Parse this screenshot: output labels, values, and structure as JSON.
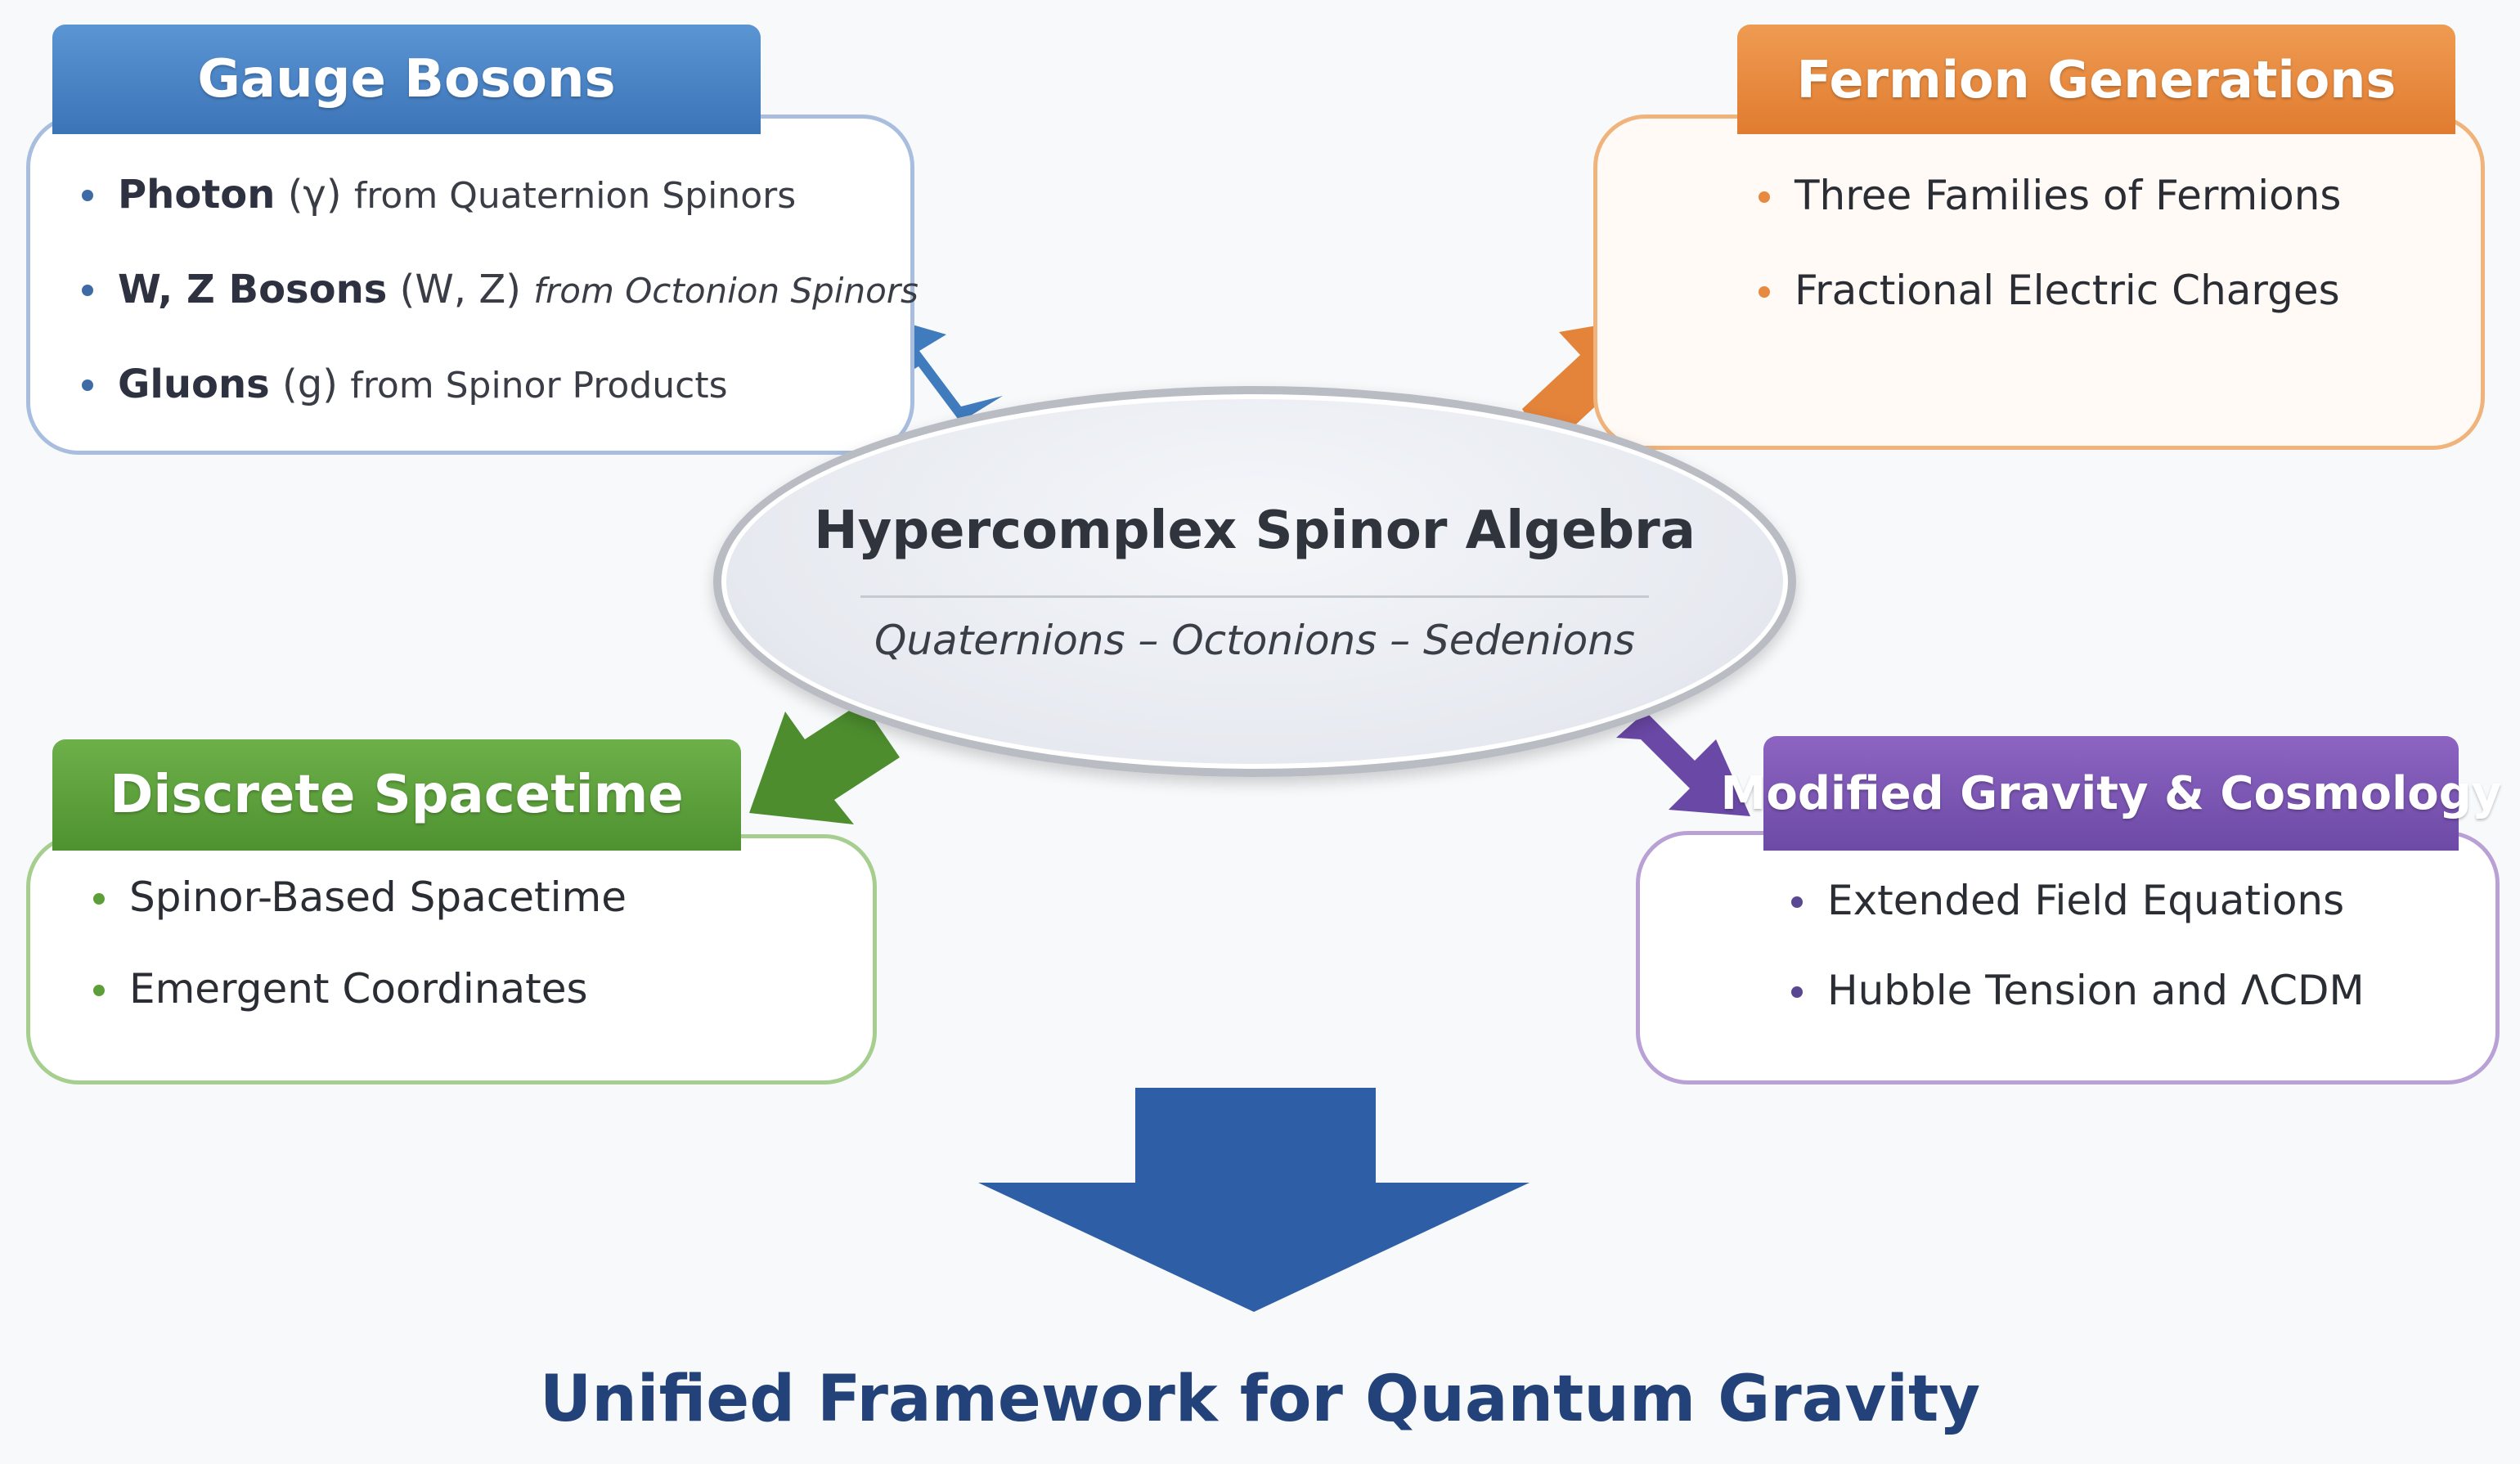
{
  "colors": {
    "gauge": "#3c74b8",
    "fermion": "#e07c30",
    "discrete": "#4e9230",
    "gravity": "#6c4aa5",
    "main_arrow": "#2e5fa6",
    "footer_text": "#23427a"
  },
  "center": {
    "title": "Hypercomplex Spinor Algebra",
    "subtitle": "Quaternions – Octonions – Sedenions"
  },
  "gauge_bosons": {
    "title": "Gauge Bosons",
    "items": [
      {
        "name": "Photon",
        "symbol": "(γ)",
        "detail": "from Quaternion Spinors"
      },
      {
        "name": "W, Z Bosons",
        "symbol": "(W, Z)",
        "detail": "from Octonion Spinors"
      },
      {
        "name": "Gluons",
        "symbol": "(g)",
        "detail": "from Spinor Products"
      }
    ]
  },
  "fermion_generations": {
    "title": "Fermion Generations",
    "items": [
      "Three Families of Fermions",
      "Fractional Electric Charges"
    ]
  },
  "discrete_spacetime": {
    "title": "Discrete Spacetime",
    "items": [
      "Spinor-Based Spacetime",
      "Emergent Coordinates"
    ]
  },
  "modified_gravity": {
    "title": "Modified Gravity & Cosmology",
    "items": [
      "Extended Field Equations",
      "Hubble Tension and ΛCDM"
    ]
  },
  "footer": {
    "title": "Unified Framework for Quantum Gravity"
  }
}
